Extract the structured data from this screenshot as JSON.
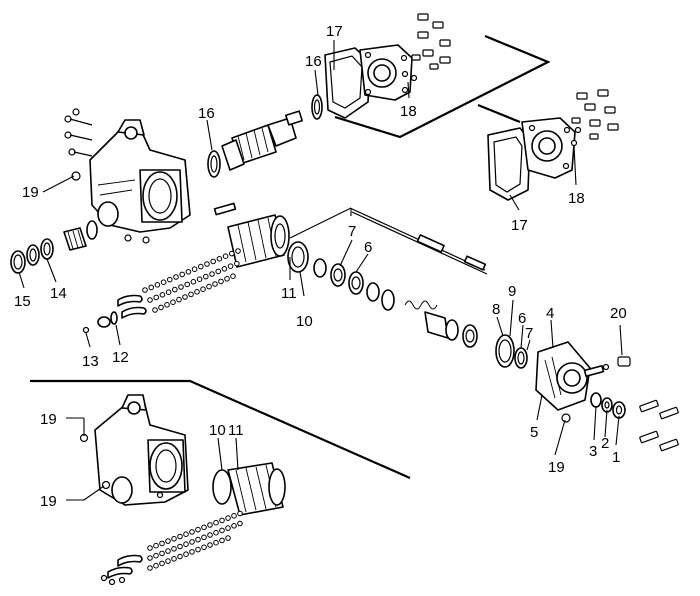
{
  "callouts": {
    "c17_top": "17",
    "c16_top": "16",
    "c18_top": "18",
    "c16_mid": "16",
    "c19_top": "19",
    "c17_right": "17",
    "c18_right": "18",
    "c7": "7",
    "c6_mid": "6",
    "c15": "15",
    "c14": "14",
    "c11": "11",
    "c10": "10",
    "c13": "13",
    "c12": "12",
    "c9": "9",
    "c8": "8",
    "c6_right": "6",
    "c7_right": "7",
    "c4": "4",
    "c20": "20",
    "c5": "5",
    "c19_mid": "19",
    "c3": "3",
    "c2": "2",
    "c1": "1",
    "c19_low1": "19",
    "c19_low2": "19",
    "c10_low": "10",
    "c11_low": "11"
  }
}
